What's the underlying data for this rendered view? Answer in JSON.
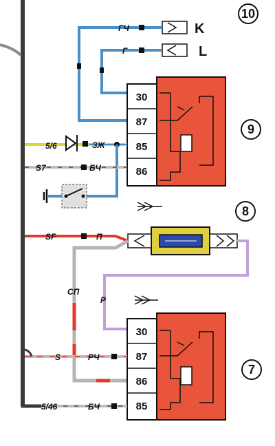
{
  "callouts": {
    "c10": "10",
    "c9": "9",
    "c8": "8",
    "c7": "7"
  },
  "connectors": {
    "k": "K",
    "l": "L"
  },
  "wires": {
    "gch": "ГЧ",
    "g": "Г",
    "zzh": "ЗЖ",
    "bch_top": "БЧ",
    "p": "П",
    "sp": "СП",
    "r": "Р",
    "rch": "РЧ",
    "bch_bottom": "БЧ"
  },
  "harness": {
    "s56": "5/6",
    "s7": "S7",
    "sf": "SF",
    "s": "S",
    "s46": "5/46"
  },
  "relay9": {
    "pins": [
      "30",
      "87",
      "85",
      "86"
    ]
  },
  "relay7": {
    "pins": [
      "30",
      "87",
      "86",
      "85"
    ]
  },
  "colors": {
    "relay": "#e8553a",
    "wire_blue": "#4a90c8",
    "wire_yellow": "#d6d640",
    "wire_red": "#e03a2a",
    "wire_gray": "#b4b4b4",
    "wire_violet": "#c4a0d8",
    "fuse": "#e0d040",
    "harness": "#3a3a3a"
  }
}
